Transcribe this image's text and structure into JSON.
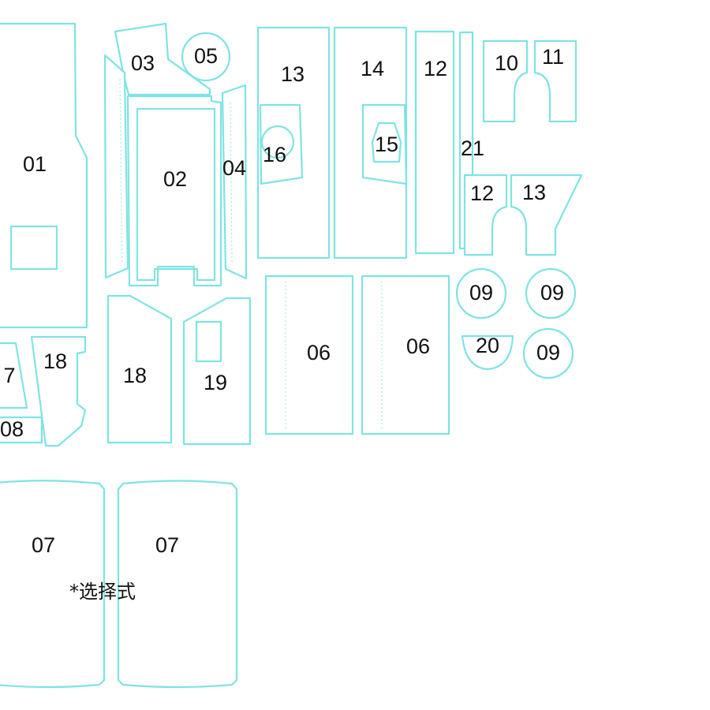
{
  "pieces": {
    "p01": "01",
    "p02": "02",
    "p03": "03",
    "p04": "04",
    "p05": "05",
    "p06a": "06",
    "p06b": "06",
    "p07a": "07",
    "p07b": "07",
    "p07s": "7",
    "p08": "08",
    "p09a": "09",
    "p09b": "09",
    "p09c": "09",
    "p10": "10",
    "p11": "11",
    "p12a": "12",
    "p12b": "12",
    "p13a": "13",
    "p13b": "13",
    "p14": "14",
    "p15": "15",
    "p16": "16",
    "p18a": "18",
    "p18b": "18",
    "p19": "19",
    "p20": "20",
    "p21": "21"
  },
  "note": "*选择式",
  "colors": {
    "outline": "#7fe3e3",
    "label": "#111111",
    "background": "#ffffff"
  }
}
